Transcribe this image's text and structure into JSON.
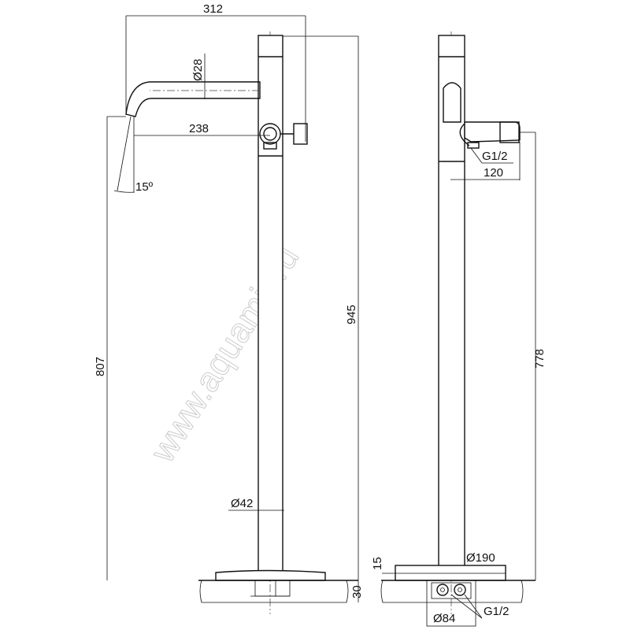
{
  "watermark": "www.aquamir.ru",
  "front_view": {
    "dim_total_reach": "312",
    "dim_spout_diameter": "Ø28",
    "dim_spout_reach": "238",
    "dim_spout_angle": "15º",
    "dim_total_height": "945",
    "dim_spout_height": "807",
    "dim_column_diameter": "Ø42",
    "dim_floor_depth": "30"
  },
  "side_view": {
    "dim_inlet_thread": "G1/2",
    "dim_inlet_reach": "120",
    "dim_inlet_height": "778",
    "dim_base_diameter": "Ø190",
    "dim_base_thickness": "15",
    "dim_floor_box_diameter": "Ø84",
    "dim_floor_thread": "G1/2"
  }
}
